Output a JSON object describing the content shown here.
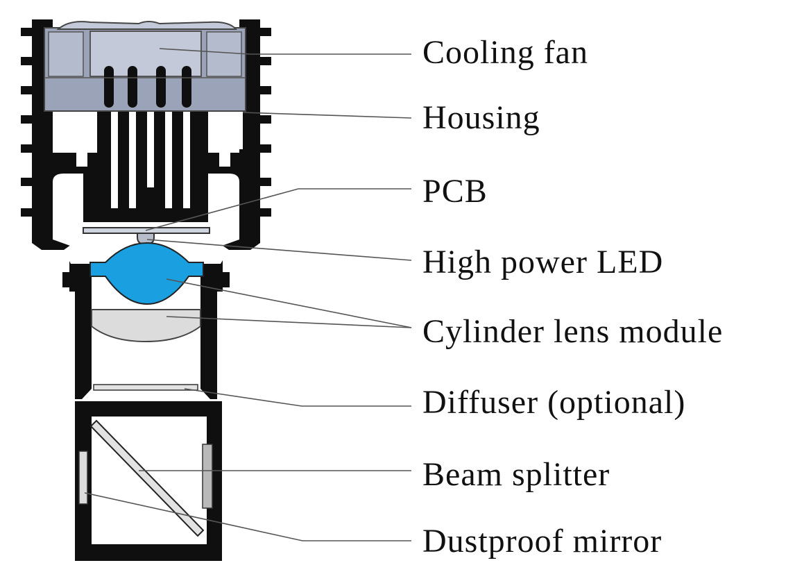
{
  "labels": [
    {
      "id": "cooling-fan",
      "text": "Cooling fan"
    },
    {
      "id": "housing",
      "text": "Housing"
    },
    {
      "id": "pcb",
      "text": "PCB"
    },
    {
      "id": "high-power-led",
      "text": "High power LED"
    },
    {
      "id": "cylinder-lens-module",
      "text": "Cylinder lens module"
    },
    {
      "id": "diffuser",
      "text": "Diffuser (optional)"
    },
    {
      "id": "beam-splitter",
      "text": "Beam splitter"
    },
    {
      "id": "dustproof-mirror",
      "text": "Dustproof mirror"
    }
  ],
  "colors": {
    "housing": "#0f0f0f",
    "fan": "#9aa3b8",
    "fan_light": "#c3c9d8",
    "led_lens": "#1aa0e0",
    "lens": "#dcdcdc",
    "leader_line": "#555555",
    "text": "#111111"
  }
}
